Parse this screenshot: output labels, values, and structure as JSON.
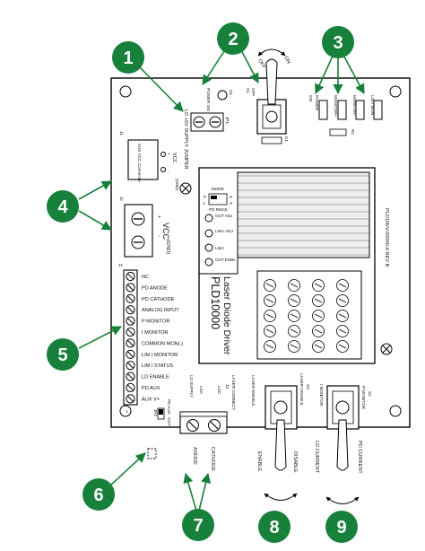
{
  "colors": {
    "callout_fill": "#17803a",
    "board_fill": "#ffffff",
    "heatsink_fill": "#eeeeee",
    "line": "#000000"
  },
  "callouts": [
    "1",
    "2",
    "3",
    "4",
    "5",
    "6",
    "7",
    "8",
    "9"
  ],
  "top": {
    "jumper_label": "LD +5V SUPPLY JUMPER",
    "jp1": "JP1",
    "power_on": "POWER ON",
    "d1": "D1",
    "s1": "S1",
    "off": "OFF",
    "on": "ON",
    "switch_off_arrow": "OFF",
    "switch_on_arrow": "ON",
    "c1": "C1"
  },
  "leds": {
    "on": "ON",
    "power": "POWER",
    "monitor_plus": "MONITOR+",
    "monitor_minus": "MONITOR-",
    "lim_i_mon": "LIM I MON",
    "r2": "R2"
  },
  "aux_vcc": {
    "j1": "J1",
    "connector": "AUX VCC Connector",
    "vcc": "VCC",
    "plus": "+",
    "minus": "-",
    "gnd": "(GND)"
  },
  "vcc_main": {
    "j2": "J2",
    "vcc": "VCC",
    "plus": "+",
    "minus": "-",
    "gnd": "(GND)"
  },
  "pd_panel": {
    "mode": "MODE",
    "p": "P",
    "l": "L",
    "h1": "H",
    "h2": "H",
    "pd_range": "PD RNGE",
    "out_adj": "OUT ADJ",
    "lim_i_adj": "LIM I ADJ",
    "lim_i": "LIM I",
    "out_enbl": "OUT ENBL"
  },
  "module": {
    "name": "PLD10000",
    "subtitle": "Laser Diode Driver",
    "board_id": "PLD10EV-00000-A REV B"
  },
  "j4": {
    "label": "J4",
    "pins": [
      "NC",
      "PD ANODE",
      "PD CATHODE",
      "ANALOG INPUT",
      "P MONITOR",
      "I MONITOR",
      "COMMON MON(-)",
      "LIM I MONITOR",
      "LIM I STATUS",
      "LD ENABLE",
      "PD AUX",
      "AUX V+"
    ],
    "pin1": "1",
    "jp2": "JP2",
    "pd_aux": "PD AUX",
    "out": "OUT"
  },
  "ld_connector": {
    "ld_supply": "LD SUPPLY",
    "lda": "LDA",
    "ldc": "LDC",
    "j3": "J3",
    "laser_connect": "LASER CONNECT",
    "anode": "ANODE",
    "cathode": "CATHODE"
  },
  "s3": {
    "laser_enable": "LASER ENABLE",
    "laser_disable": "LASER DISABLE",
    "s3": "S3",
    "enable": "ENABLE",
    "disable": "DISABLE"
  },
  "s2": {
    "i_monitor": "I MONITOR",
    "p_monitor": "P MONITOR",
    "s2": "S2",
    "ld_current": "LD CURRENT",
    "pd_current": "PD CURRENT"
  }
}
